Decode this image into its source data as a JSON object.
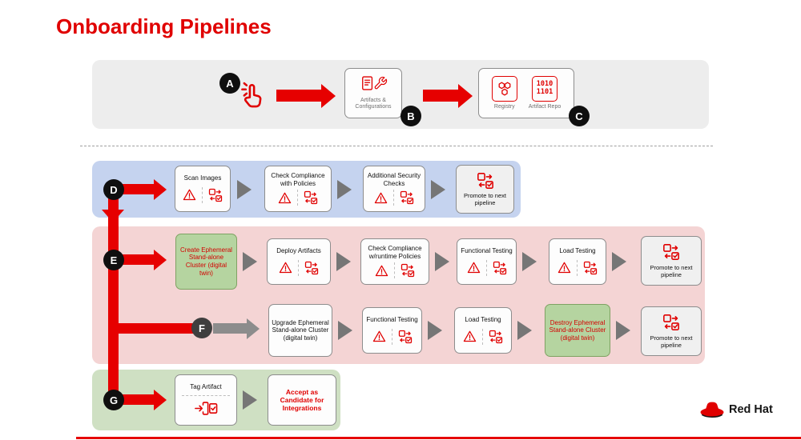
{
  "title": "Onboarding Pipelines",
  "brand": {
    "name": "Red Hat"
  },
  "colors": {
    "accent_red": "#E00000",
    "band_gray": "#EDEDED",
    "band_blue": "#C5D3EF",
    "band_pink": "#F4D4D4",
    "band_green": "#CFE0C3",
    "card_green": "#B5D4A0",
    "arrow_gray": "#767676"
  },
  "icon_names": [
    "tap-click-icon",
    "document-icon",
    "wrench-icon",
    "hexagons-registry-icon",
    "binary-artifact-repo-icon",
    "warning-triangle-icon",
    "pipeline-check-icon",
    "tag-artifact-icon",
    "redhat-fedora-icon"
  ],
  "markers": {
    "a": "A",
    "b": "B",
    "c": "C",
    "d": "D",
    "e": "E",
    "f": "F",
    "g": "G"
  },
  "intake": {
    "artifacts_card": {
      "label": "Artifacts & Configurations"
    },
    "stores_card": {
      "registry": {
        "label": "Registry"
      },
      "artifact_repo": {
        "label": "Artifact Repo",
        "binary_top": "1010",
        "binary_bottom": "1101"
      }
    }
  },
  "pipeline_d": {
    "steps": [
      "Scan Images",
      "Check Compliance with Policies",
      "Additional Security Checks"
    ],
    "promote": "Promote to next pipeline"
  },
  "pipeline_e": {
    "create_cluster": "Create Ephemeral Stand-alone Cluster (digital twin)",
    "steps": [
      "Deploy Artifacts",
      "Check Compliance w/runtime Policies",
      "Functional Testing",
      "Load Testing"
    ],
    "promote": "Promote to next pipeline"
  },
  "pipeline_f": {
    "upgrade_cluster": "Upgrade Ephemeral Stand-alone Cluster (digital twin)",
    "steps": [
      "Functional Testing",
      "Load Testing"
    ],
    "destroy_cluster": "Destroy Ephemeral Stand-alone Cluster (digital twin)",
    "promote": "Promote to next pipeline"
  },
  "pipeline_g": {
    "tag": "Tag Artifact",
    "accept": "Accept as Candidate for Integrations"
  }
}
